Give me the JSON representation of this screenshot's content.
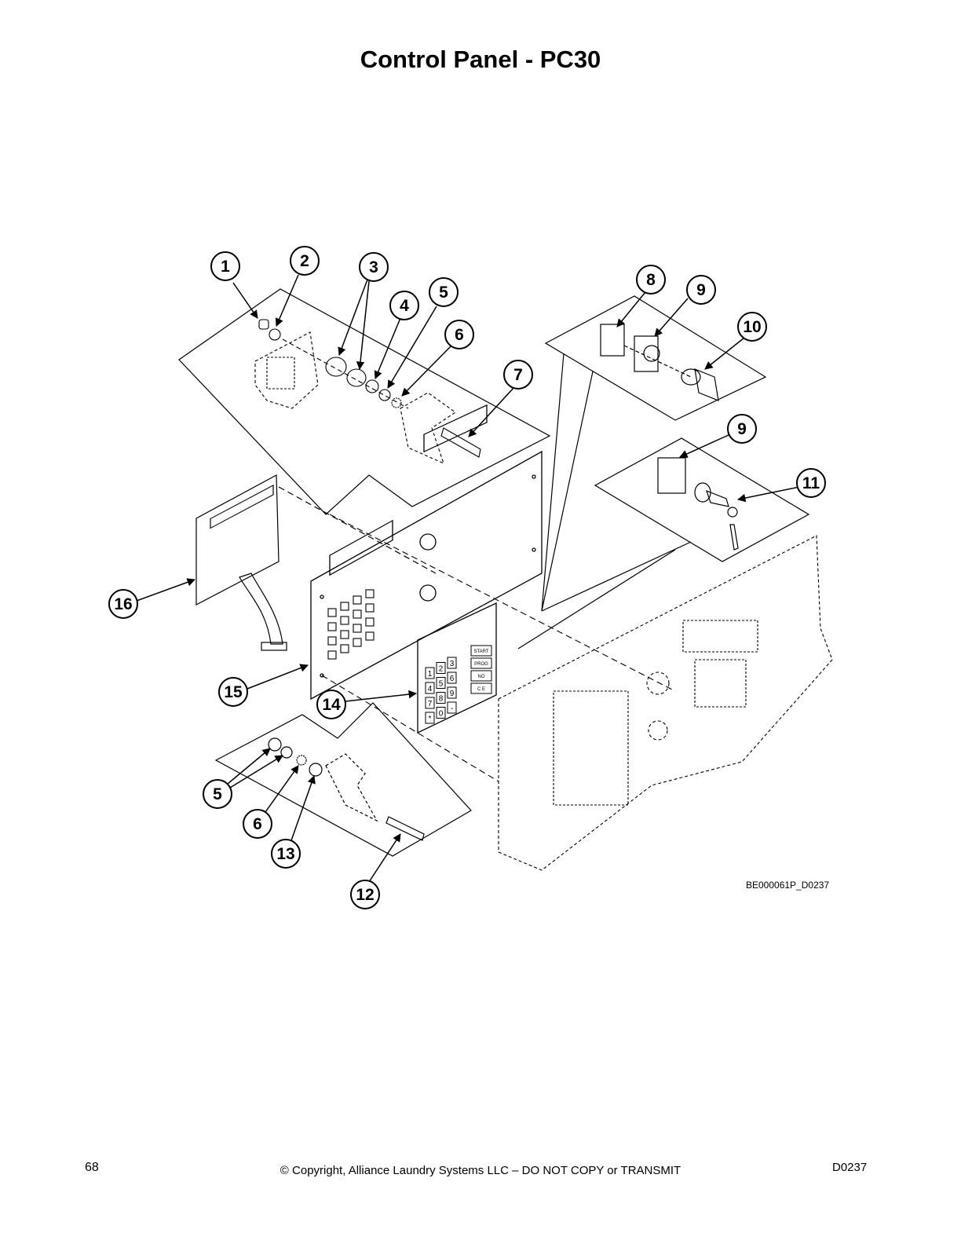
{
  "title": "Control Panel - PC30",
  "drawing_id": "BE000061P_D0237",
  "keypad_keys": [
    "1",
    "2",
    "3",
    "4",
    "5",
    "6",
    "7",
    "8",
    "9",
    "*",
    "0",
    "-"
  ],
  "keypad_side_keys": [
    "START",
    "PROG",
    "NO",
    "C E"
  ],
  "callouts": [
    "1",
    "2",
    "3",
    "4",
    "5",
    "6",
    "7",
    "8",
    "9",
    "10",
    "9",
    "11",
    "16",
    "15",
    "14",
    "5",
    "6",
    "13",
    "12"
  ],
  "footer": {
    "page_number": "68",
    "copyright": "© Copyright, Alliance Laundry Systems LLC – DO NOT COPY or TRANSMIT",
    "doc_code": "D0237"
  }
}
